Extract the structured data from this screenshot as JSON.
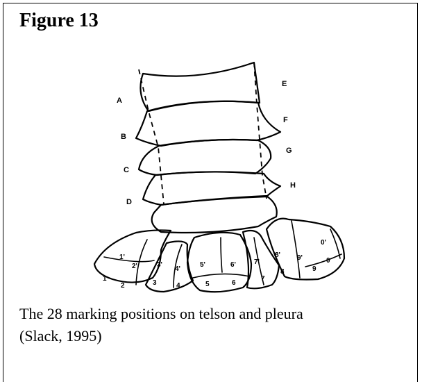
{
  "figure": {
    "title": "Figure 13",
    "caption_line1": "The 28 marking positions on telson and pleura",
    "caption_line2": "(Slack, 1995)"
  },
  "diagram": {
    "pleura_labels_left": [
      "A",
      "B",
      "C",
      "D"
    ],
    "pleura_labels_right": [
      "E",
      "F",
      "G",
      "H"
    ],
    "telson_positions": [
      "1",
      "1'",
      "2",
      "2'",
      "3",
      "3'",
      "4",
      "4'",
      "5",
      "5'",
      "6",
      "6'",
      "7",
      "7'",
      "8",
      "8'",
      "9",
      "9'",
      "0",
      "0'"
    ]
  }
}
